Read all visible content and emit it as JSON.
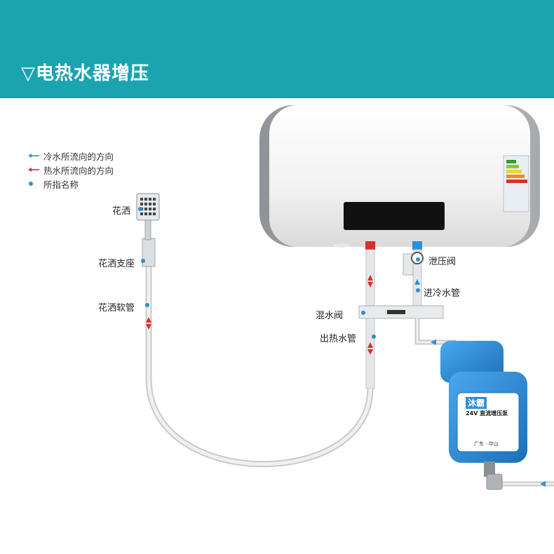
{
  "banner": {
    "title": "▽电热水器增压",
    "color": "#1aa4b0"
  },
  "legend": {
    "items": [
      {
        "text": "冷水所流向的方向",
        "color": "#2a8fd8",
        "icon": "cold-arrow-icon"
      },
      {
        "text": "热水所流向的方向",
        "color": "#d8302a",
        "icon": "hot-arrow-icon"
      },
      {
        "text": "所指名称",
        "color": "#2a8fd8",
        "icon": "dot-icon"
      }
    ]
  },
  "labels": {
    "shower_head": "花洒",
    "shower_holder": "花洒支座",
    "shower_hose": "花洒软管",
    "pressure_valve": "泄压阀",
    "cold_inlet": "进冷水管",
    "mixing_valve": "混水阀",
    "hot_outlet": "出热水管"
  },
  "pump": {
    "brand": "沐霸",
    "model": "24V 直流增压泵",
    "region": "广东 · 中山"
  },
  "colors": {
    "heater_body": "#f2f2f2",
    "heater_cap": "#b9bcc0",
    "pump_blue": "#2e8fd6",
    "pipe": "#cfd3d6"
  }
}
